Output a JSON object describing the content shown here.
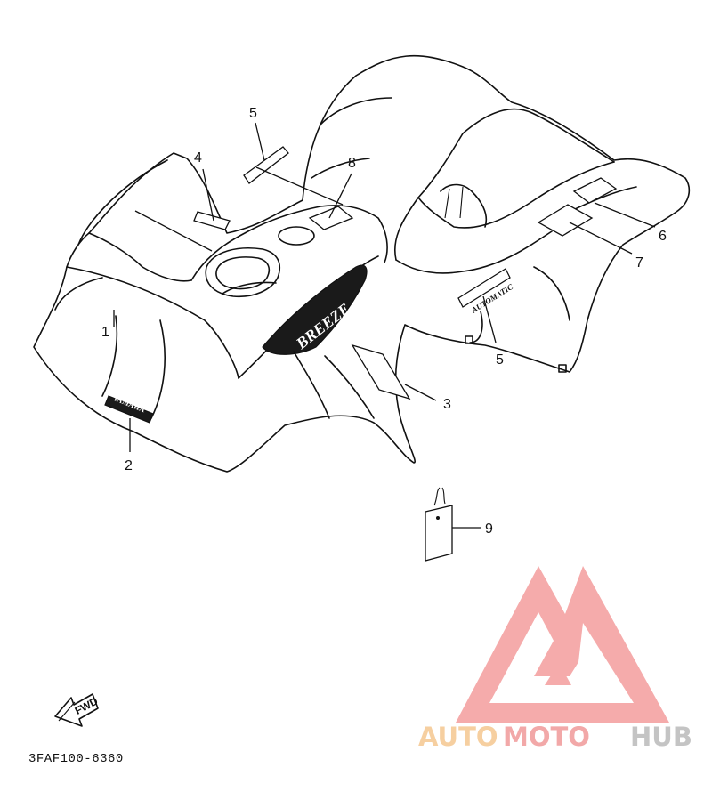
{
  "diagram": {
    "part_labels": [
      {
        "num": "1"
      },
      {
        "num": "2"
      },
      {
        "num": "3"
      },
      {
        "num": "4"
      },
      {
        "num": "5"
      },
      {
        "num": "5"
      },
      {
        "num": "6"
      },
      {
        "num": "7"
      },
      {
        "num": "8"
      },
      {
        "num": "9"
      }
    ],
    "decals": {
      "breeze": "BREEZE",
      "automatic": "AUTOMATIC",
      "yamaha": "YAMAHA"
    },
    "direction_arrow": "FWD",
    "drawing_code": "3FAF100-6360"
  },
  "watermark": {
    "part1": "AUTO",
    "part2": "MOTO",
    "part3": "HUB",
    "colors": {
      "auto": "#f6cfa0",
      "moto": "#f2a8a8",
      "hub": "#c4c4c4",
      "logo": "#f4a3a3"
    }
  }
}
